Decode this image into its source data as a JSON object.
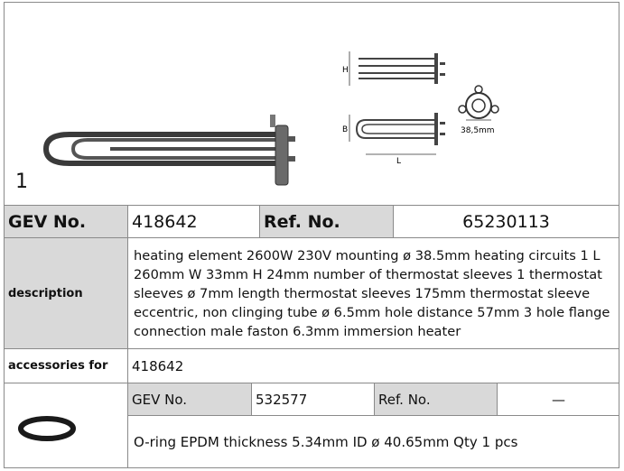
{
  "image": {
    "index": "1"
  },
  "dimensions": {
    "h": "H",
    "b": "B",
    "l": "L",
    "flange": "38,5mm"
  },
  "header_row": {
    "gev_label": "GEV No.",
    "gev_value": "418642",
    "ref_label": "Ref. No.",
    "ref_value": "65230113"
  },
  "description": {
    "label": "description",
    "text": "heating element  2600W 230V mounting ø 38.5mm heating circuits 1 L 260mm W 33mm H 24mm number of thermostat sleeves 1 thermostat sleeves ø 7mm length thermostat sleeves 175mm thermostat sleeve eccentric, non clinging tube ø 6.5mm hole distance 57mm 3 hole flange connection male faston 6.3mm immersion heater"
  },
  "accessories": {
    "label": "accessories for",
    "value": "418642"
  },
  "accessory_item": {
    "gev_label": "GEV No.",
    "gev_value": "532577",
    "ref_label": "Ref. No.",
    "ref_value": "—",
    "text": "O-ring  EPDM thickness 5.34mm ID ø 40.65mm Qty 1 pcs"
  },
  "colors": {
    "grey_fill": "#d9d9d9",
    "border": "#8a8a8a"
  }
}
